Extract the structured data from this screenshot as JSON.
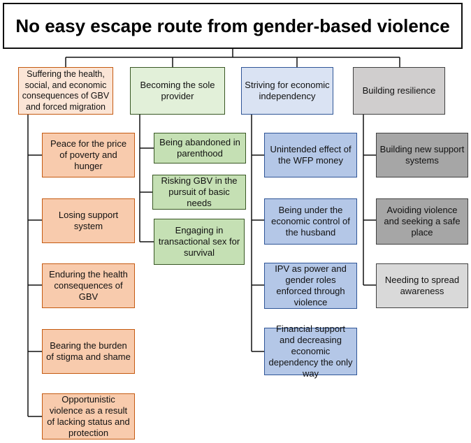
{
  "title": "No easy escape route from gender-based violence",
  "categories": [
    {
      "label": "Suffering the health, social, and economic consequences of GBV and forced migration",
      "items": [
        "Peace for the price of poverty and hunger",
        "Losing support system",
        "Enduring the health consequences of GBV",
        "Bearing the burden of stigma and shame",
        "Opportunistic violence as a result of lacking status and protection"
      ]
    },
    {
      "label": "Becoming the sole provider",
      "items": [
        "Being abandoned in parenthood",
        "Risking GBV in the pursuit of basic needs",
        "Engaging in transactional sex for survival"
      ]
    },
    {
      "label": "Striving for economic independency",
      "items": [
        "Unintended effect of the WFP money",
        "Being under the economic control of the husband",
        "IPV as power and gender roles enforced through violence",
        "Financial support and decreasing economic dependency the only way"
      ]
    },
    {
      "label": "Building resilience",
      "items": [
        "Building new support systems",
        "Avoiding violence and seeking a safe place",
        "Needing to spread awareness"
      ]
    }
  ]
}
